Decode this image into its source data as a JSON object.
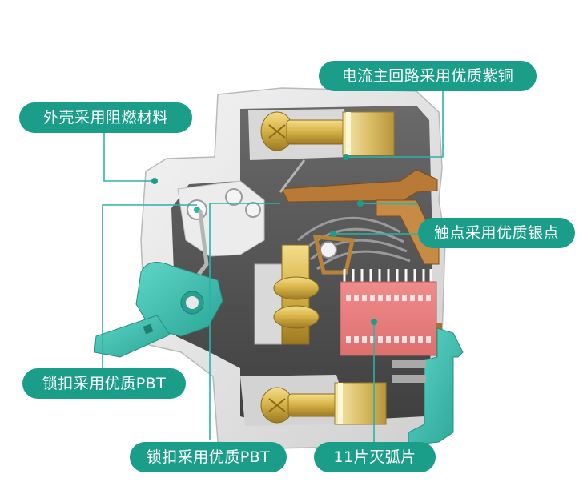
{
  "diagram": {
    "subject": "miniature circuit breaker cutaway",
    "accent_color": "#1a9e8a",
    "line_color": "#2bb3a3",
    "callouts": [
      {
        "id": "main-circuit",
        "label": "电流主回路采用优质紫铜"
      },
      {
        "id": "housing",
        "label": "外壳采用阻燃材料"
      },
      {
        "id": "contacts",
        "label": "触点采用优质银点"
      },
      {
        "id": "latch-left",
        "label": "锁扣采用优质PBT"
      },
      {
        "id": "latch-bottom",
        "label": "锁扣采用优质PBT"
      },
      {
        "id": "arc-plates",
        "label": "11片灭弧片"
      }
    ],
    "components": {
      "terminal_screw": "brass",
      "arc_chute": "red-plates",
      "handle": "teal-lever",
      "din_clip": "teal-clip"
    },
    "colors": {
      "housing": "#e6e6e6",
      "housing_shadow": "#bdbdbd",
      "brass": "#d9b54a",
      "copper": "#b87a36",
      "arc_chute": "#ec7f7f",
      "teal_part": "#3cc4b5",
      "dark_interior": "#5b5b5b"
    }
  }
}
